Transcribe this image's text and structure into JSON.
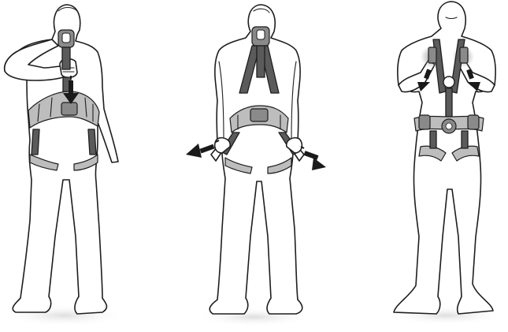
{
  "colors": {
    "background": "#ffffff",
    "outline": "#1e1e1e",
    "webbing_dark": "#5b5b5b",
    "webbing_light": "#bdbdbd",
    "metal": "#8a8a8a",
    "arrow": "#1a1a1a",
    "highlight_glow": "#a9a9a9",
    "ground_shadow": "#e6e6e6"
  },
  "figures": [
    {
      "id": "step-1",
      "action": "pull-dorsal-strap-down",
      "view": "back"
    },
    {
      "id": "step-2",
      "action": "pull-leg-straps-outward",
      "view": "back"
    },
    {
      "id": "step-3",
      "action": "tighten-shoulder-straps",
      "view": "front"
    }
  ]
}
